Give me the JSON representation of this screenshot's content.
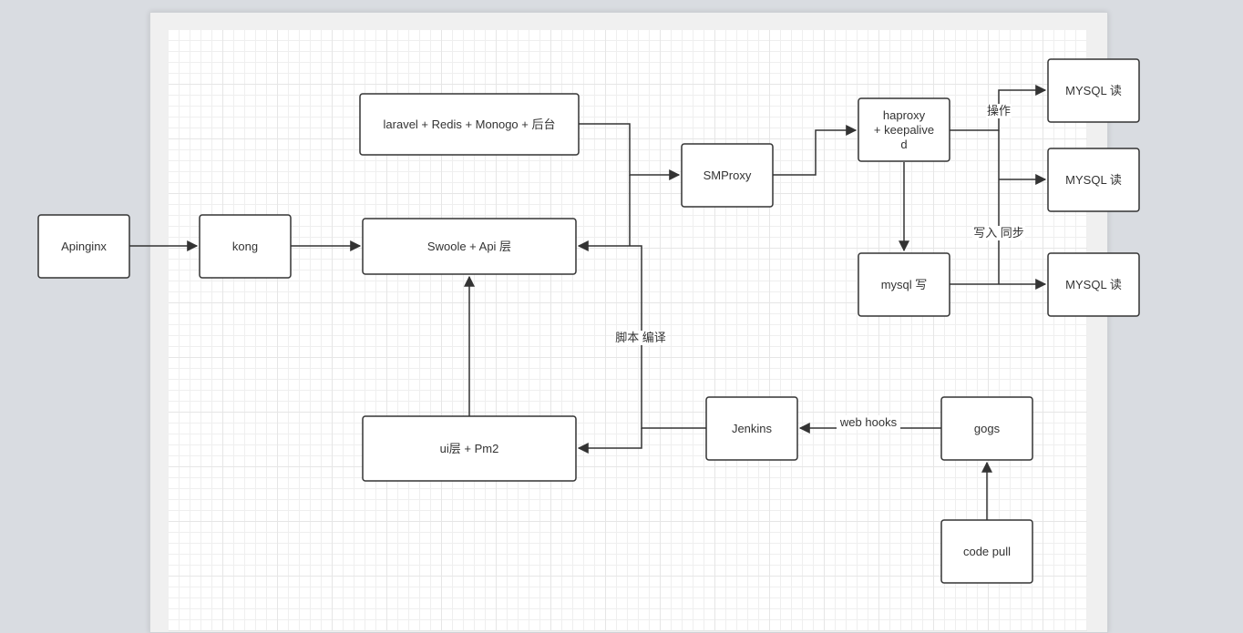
{
  "nodes": {
    "apinginx": "Apinginx",
    "kong": "kong",
    "swoole": "Swoole + Api 层",
    "laravel": "laravel + Redis + Monogo + 后台",
    "smproxy": "SMProxy",
    "haproxy": [
      "haproxy",
      "+ keepalive",
      "d"
    ],
    "mysql_write": "mysql 写",
    "mysql_read_1": "MYSQL 读",
    "mysql_read_2": "MYSQL 读",
    "mysql_read_3": "MYSQL 读",
    "ui": "ui层 + Pm2",
    "jenkins": "Jenkins",
    "gogs": "gogs",
    "code_pull": "code pull"
  },
  "edge_labels": {
    "operate": "操作",
    "write_sync": "写入 同步",
    "script_compile": "脚本 编译",
    "web_hooks": "web hooks"
  },
  "colors": {
    "stroke": "#333333",
    "background": "#d9dce1"
  }
}
